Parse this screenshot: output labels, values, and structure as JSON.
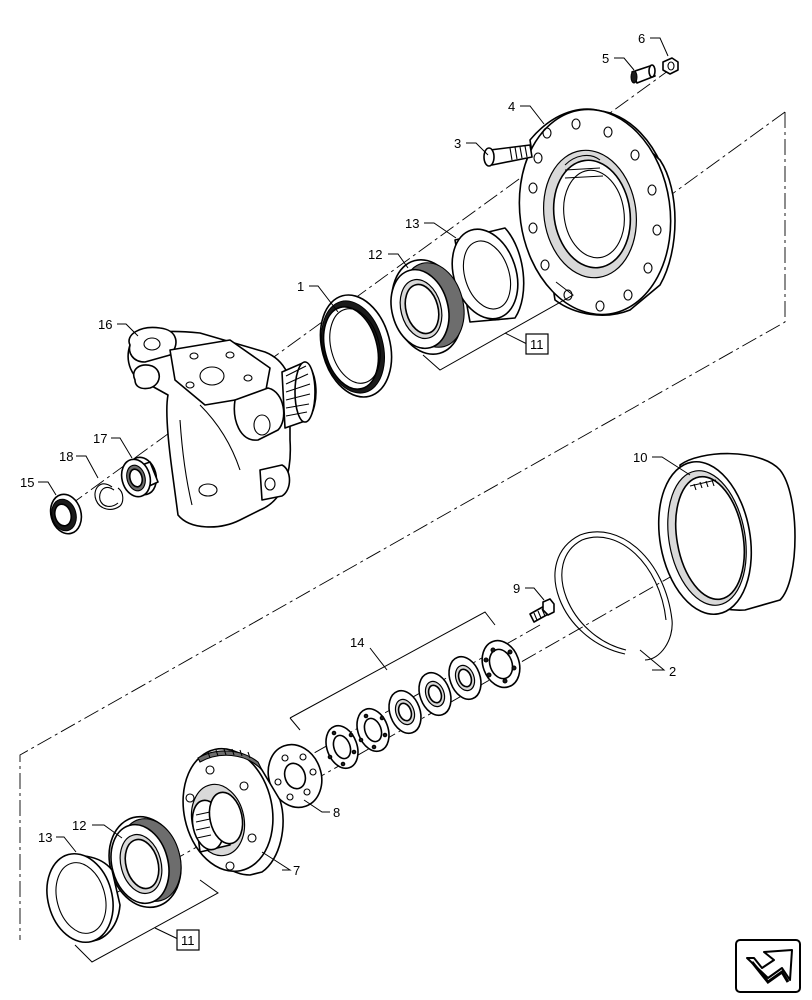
{
  "callouts": [
    {
      "id": "c1",
      "label": "1"
    },
    {
      "id": "c2",
      "label": "2"
    },
    {
      "id": "c3",
      "label": "3"
    },
    {
      "id": "c4",
      "label": "4"
    },
    {
      "id": "c5",
      "label": "5"
    },
    {
      "id": "c6",
      "label": "6"
    },
    {
      "id": "c7",
      "label": "7"
    },
    {
      "id": "c8",
      "label": "8"
    },
    {
      "id": "c9",
      "label": "9"
    },
    {
      "id": "c10",
      "label": "10"
    },
    {
      "id": "c12a",
      "label": "12"
    },
    {
      "id": "c12b",
      "label": "12"
    },
    {
      "id": "c13a",
      "label": "13"
    },
    {
      "id": "c13b",
      "label": "13"
    },
    {
      "id": "c14",
      "label": "14"
    },
    {
      "id": "c15",
      "label": "15"
    },
    {
      "id": "c16",
      "label": "16"
    },
    {
      "id": "c17",
      "label": "17"
    },
    {
      "id": "c18",
      "label": "18"
    }
  ],
  "kit_refs": [
    {
      "id": "kit-upper",
      "label": "11"
    },
    {
      "id": "kit-lower",
      "label": "11"
    }
  ],
  "nav_icon": "next-page-arrow-icon"
}
